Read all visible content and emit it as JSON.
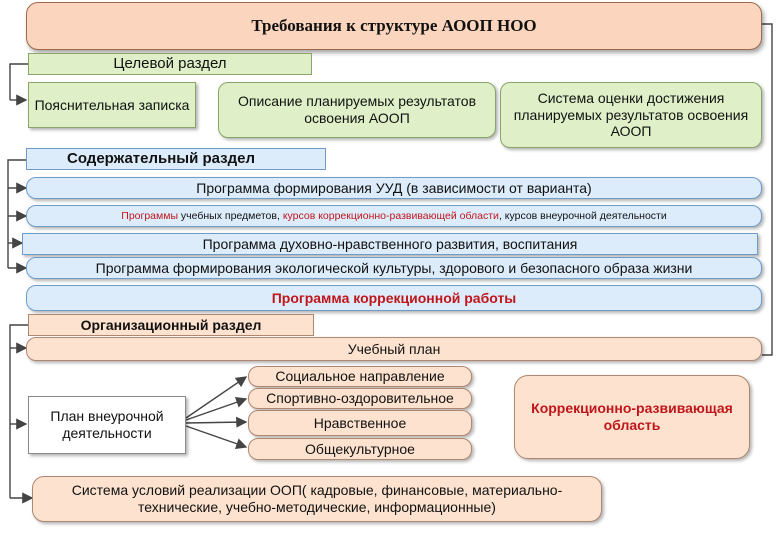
{
  "title": "Требования к структуре  АООП НОО",
  "target_section": {
    "header": "Целевой раздел",
    "explanatory_note": "Пояснительная записка",
    "planned_results": "Описание планируемых результатов освоения АООП",
    "assessment_system": "Система оценки достижения планируемых результатов освоения АООП"
  },
  "content_section": {
    "header": "Содержательный раздел",
    "uud_program": "Программа формирования УУД (в зависимости от варианта)",
    "subjects_prefix": "Программы",
    "subjects_mid": " учебных предметов, ",
    "subjects_red2": "курсов коррекционно-развивающей области",
    "subjects_tail": ", курсов внеурочной деятельности",
    "spiritual_program": "Программа духовно-нравственного развития, воспитания",
    "ecology_program": "Программа формирования экологической культуры, здорового и безопасного образа жизни",
    "correction_program": "Программа коррекционной работы"
  },
  "org_section": {
    "header": "Организационный раздел",
    "curriculum": "Учебный план",
    "extracurricular_plan": "План внеурочной деятельности",
    "directions": [
      "Социальное направление",
      "Спортивно-оздоровительное",
      "Нравственное",
      "Общекультурное"
    ],
    "correction_area": "Коррекционно-развивающая область",
    "conditions": "Система условий реализации ООП( кадровые, финансовые, материально-технические, учебно-методические, информационные)"
  },
  "colors": {
    "accent_red": "#c0161b",
    "title_fill": "#fbd5bd",
    "green_fill": "#dff0c8",
    "blue_fill": "#dcecfb",
    "peach_fill": "#fde3cf"
  }
}
